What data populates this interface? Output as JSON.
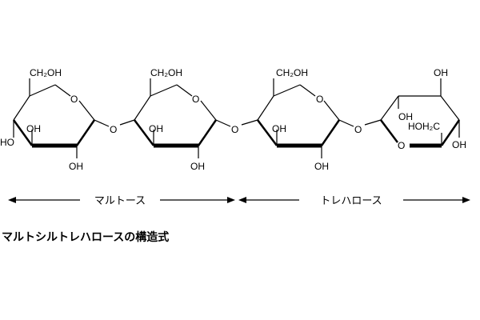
{
  "labels": {
    "ch2oh": "CH₂OH",
    "oh": "OH",
    "ho": "HO",
    "o": "O",
    "hoh2c": "HOH₂C"
  },
  "spans": [
    {
      "label": "マルトース"
    },
    {
      "label": "トレハロース"
    }
  ],
  "caption": "マルトシルトレハロースの構造式"
}
